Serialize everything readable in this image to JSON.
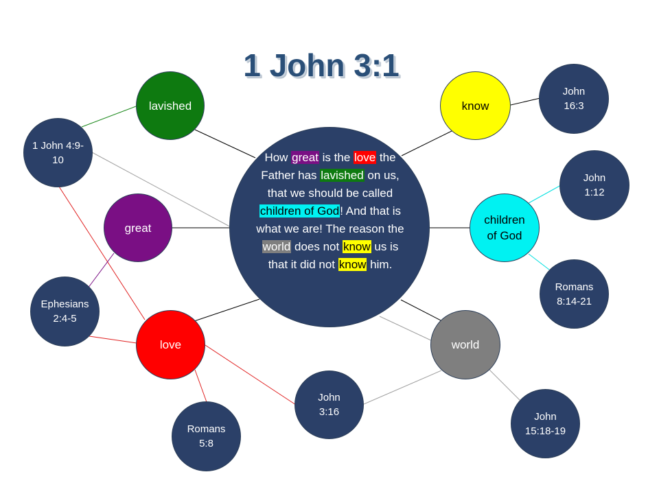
{
  "title": "1 John 3:1",
  "colors": {
    "ref_node": "#2b4068",
    "lavished": "#0e7a10",
    "know": "#ffff00",
    "great": "#7a0f84",
    "children": "#00f2f2",
    "love": "#ff0000",
    "world": "#7f7f7f"
  },
  "center_verse": [
    {
      "text": "How "
    },
    {
      "text": "great",
      "highlight": "#7a0f84"
    },
    {
      "text": " is the "
    },
    {
      "text": "love",
      "highlight": "#ff0000"
    },
    {
      "text": " the Father has "
    },
    {
      "text": "lavished",
      "highlight": "#0e7a10"
    },
    {
      "text": " on us, that we should be called "
    },
    {
      "text": "children of God",
      "highlight": "#00f2f2",
      "dark_text": true
    },
    {
      "text": "! And that is what we are! The reason the "
    },
    {
      "text": "world",
      "highlight": "#7f7f7f"
    },
    {
      "text": " does not "
    },
    {
      "text": "know",
      "highlight": "#ffff00",
      "dark_text": true
    },
    {
      "text": " us is that it did not "
    },
    {
      "text": "know",
      "highlight": "#ffff00",
      "dark_text": true
    },
    {
      "text": " him."
    }
  ],
  "keywords": {
    "lavished": "lavished",
    "know": "know",
    "great": "great",
    "children": "children of God",
    "love": "love",
    "world": "world"
  },
  "references": {
    "john_4": "1 John 4:9-10",
    "john_16": "John 16:3",
    "john_1": "John 1:12",
    "ephesians": "Ephesians 2:4-5",
    "romans_8": "Romans 8:14-21",
    "john_3": "John 3:16",
    "romans_5": "Romans 5:8",
    "john_15": "John 15:18-19"
  }
}
